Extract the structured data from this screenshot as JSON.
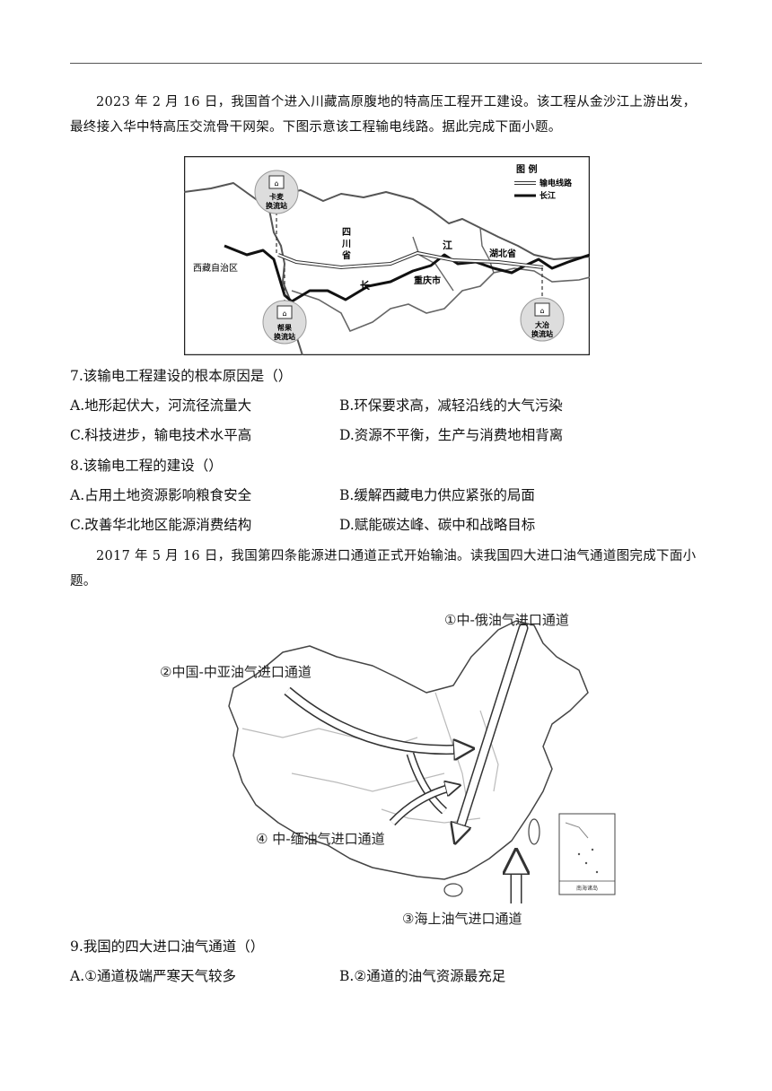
{
  "intro1": "2023 年 2 月 16 日，我国首个进入川藏高原腹地的特高压工程开工建设。该工程从金沙江上游出发，最终接入华中特高压交流骨干网架。下图示意该工程输电线路。据此完成下面小题。",
  "map1": {
    "legend_title": "图 例",
    "legend_line1": "输电线路",
    "legend_line2": "长江",
    "station_kamai_1": "卡麦",
    "station_kamai_2": "换流站",
    "station_bangguo_1": "帮果",
    "station_bangguo_2": "换流站",
    "station_daye_1": "大冶",
    "station_daye_2": "换流站",
    "label_sichuan_1": "四",
    "label_sichuan_2": "川",
    "label_sichuan_3": "省",
    "label_tibet": "西藏自治区",
    "label_jiang": "江",
    "label_chang": "长",
    "label_hubei": "湖北省",
    "label_chongqing": "重庆市"
  },
  "q7": {
    "stem": "7.该输电工程建设的根本原因是（）",
    "a": "A.地形起伏大，河流径流量大",
    "b": "B.环保要求高，减轻沿线的大气污染",
    "c": "C.科技进步，输电技术水平高",
    "d": "D.资源不平衡，生产与消费地相背离"
  },
  "q8": {
    "stem": "8.该输电工程的建设（）",
    "a": "A.占用土地资源影响粮食安全",
    "b": "B.缓解西藏电力供应紧张的局面",
    "c": "C.改善华北地区能源消费结构",
    "d": "D.赋能碳达峰、碳中和战略目标"
  },
  "intro2": "2017 年 5 月 16 日，我国第四条能源进口通道正式开始输油。读我国四大进口油气通道图完成下面小题。",
  "map2": {
    "route1": "①中-俄油气进口通道",
    "route2": "②中国-中亚油气进口通道",
    "route3": "③海上油气进口通道",
    "route4": "④ 中-缅油气进口通道",
    "inset_label": "南海诸岛"
  },
  "q9": {
    "stem": "9.我国的四大进口油气通道（）",
    "a": "A.①通道极端严寒天气较多",
    "b": "B.②通道的油气资源最充足"
  }
}
